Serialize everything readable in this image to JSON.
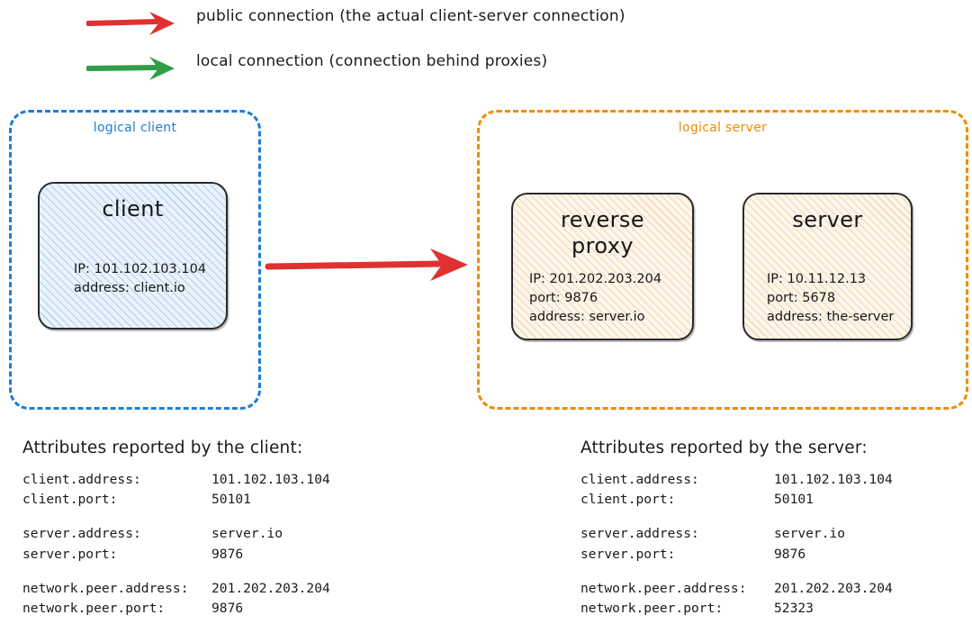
{
  "legend": {
    "items": [
      {
        "icon": "arrow-right-icon",
        "color": "#e03131",
        "label": "public connection (the actual client-server connection)"
      },
      {
        "icon": "arrow-right-icon",
        "color": "#2f9e44",
        "label": "local connection (connection behind proxies)"
      }
    ]
  },
  "diagram": {
    "connection_arrow": {
      "name": "public-connection",
      "color": "#e03131",
      "from": "client",
      "to": "reverse proxy"
    },
    "groups": [
      {
        "id": "logical-client",
        "label": "logical client",
        "color": "#1c7ed6"
      },
      {
        "id": "logical-server",
        "label": "logical server",
        "color": "#f08c00"
      }
    ],
    "nodes": {
      "client": {
        "title": "client",
        "props": "IP: 101.102.103.104\naddress: client.io"
      },
      "reverse_proxy": {
        "title": "reverse\nproxy",
        "props": "IP: 201.202.203.204\nport: 9876\naddress: server.io"
      },
      "server": {
        "title": "server",
        "props": "IP: 10.11.12.13\nport: 5678\naddress: the-server"
      }
    }
  },
  "attributes": {
    "client_panel": {
      "heading": "Attributes reported by the client:",
      "groups": [
        {
          "rows": [
            {
              "key": "client.address:",
              "value": "101.102.103.104"
            },
            {
              "key": "client.port:",
              "value": "50101"
            }
          ]
        },
        {
          "rows": [
            {
              "key": "server.address:",
              "value": "server.io"
            },
            {
              "key": "server.port:",
              "value": "9876"
            }
          ]
        },
        {
          "rows": [
            {
              "key": "network.peer.address:",
              "value": "201.202.203.204"
            },
            {
              "key": "network.peer.port:",
              "value": "9876"
            }
          ]
        }
      ]
    },
    "server_panel": {
      "heading": "Attributes reported by the server:",
      "groups": [
        {
          "rows": [
            {
              "key": "client.address:",
              "value": "101.102.103.104"
            },
            {
              "key": "client.port:",
              "value": "50101"
            }
          ]
        },
        {
          "rows": [
            {
              "key": "server.address:",
              "value": "server.io"
            },
            {
              "key": "server.port:",
              "value": "9876"
            }
          ]
        },
        {
          "rows": [
            {
              "key": "network.peer.address:",
              "value": "201.202.203.204"
            },
            {
              "key": "network.peer.port:",
              "value": "52323"
            }
          ]
        }
      ]
    }
  }
}
